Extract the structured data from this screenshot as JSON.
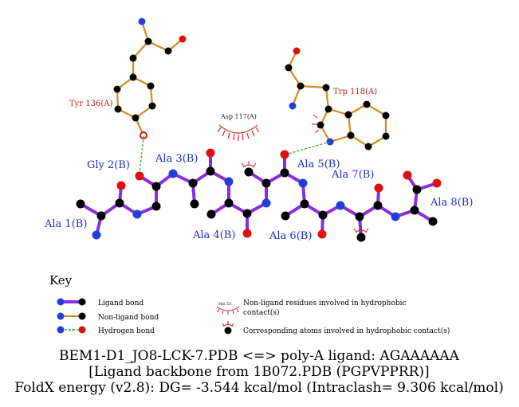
{
  "colors": {
    "ligand_bond": "#8a2be2",
    "nonligand_bond": "#d18a1f",
    "hbond": "#22aa22",
    "carbon": "#000000",
    "nitrogen": "#1f3fd6",
    "oxygen": "#e01010",
    "ligand_label": "#1c2fc8",
    "residue_label": "#c01a1a",
    "hydrophobic": "#cc1a1a"
  },
  "ligand_labels": {
    "ala1": "Ala 1(B)",
    "gly2": "Gly 2(B)",
    "ala3": "Ala 3(B)",
    "ala4": "Ala 4(B)",
    "ala5": "Ala 5(B)",
    "ala6": "Ala 6(B)",
    "ala7": "Ala 7(B)",
    "ala8": "Ala 8(B)"
  },
  "residue_labels": {
    "tyr136": "Tyr 136(A)",
    "trp118": "Trp 118(A)",
    "asp117": "Asp 117(A)"
  },
  "key": {
    "title": "Key",
    "ligand_bond": "Ligand bond",
    "nonligand_bond": "Non-ligand bond",
    "hydrogen_bond": "Hydrogen bond",
    "hbond_distance": "3.0",
    "example_residue": "His 53",
    "hydrophobic_residues_line1": "Non-ligand residues involved in hydrophobic",
    "hydrophobic_residues_line2": "contact(s)",
    "hydrophobic_atoms": "Corresponding atoms involved in hydrophobic contact(s)"
  },
  "caption": {
    "line1": "BEM1-D1_JO8-LCK-7.PDB <=> poly-A ligand: AGAAAAAA",
    "line2": "[Ligand backbone from 1B072.PDB (PGPVPPRR)]",
    "line3": "FoldX energy (v2.8): DG= -3.544 kcal/mol (Intraclash= 9.306 kcal/mol)"
  }
}
